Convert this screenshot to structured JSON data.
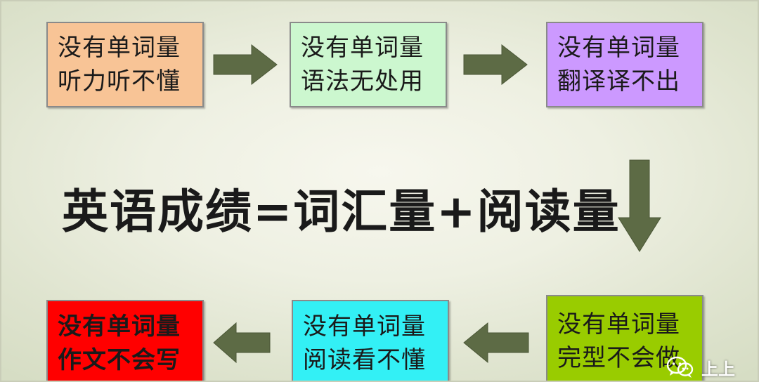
{
  "diagram": {
    "formula": "英语成绩=词汇量+阅读量",
    "nodes": [
      {
        "id": "listening",
        "lines": [
          "没有单词量",
          "听力听不懂"
        ],
        "color": "#f8c496"
      },
      {
        "id": "grammar",
        "lines": [
          "没有单词量",
          "语法无处用"
        ],
        "color": "#ccf7cf"
      },
      {
        "id": "translation",
        "lines": [
          "没有单词量",
          "翻译译不出"
        ],
        "color": "#cc99ff"
      },
      {
        "id": "cloze",
        "lines": [
          "没有单词量",
          "完型不会做"
        ],
        "color": "#99cc00"
      },
      {
        "id": "reading",
        "lines": [
          "没有单词量",
          "阅读看不懂"
        ],
        "color": "#33f0f5"
      },
      {
        "id": "writing",
        "lines": [
          "没有单词量",
          "作文不会写"
        ],
        "color": "#ff0000"
      }
    ],
    "arrow_color": "#5d6b45"
  },
  "watermark": {
    "icon": "wechat-icon",
    "text": "上上"
  }
}
